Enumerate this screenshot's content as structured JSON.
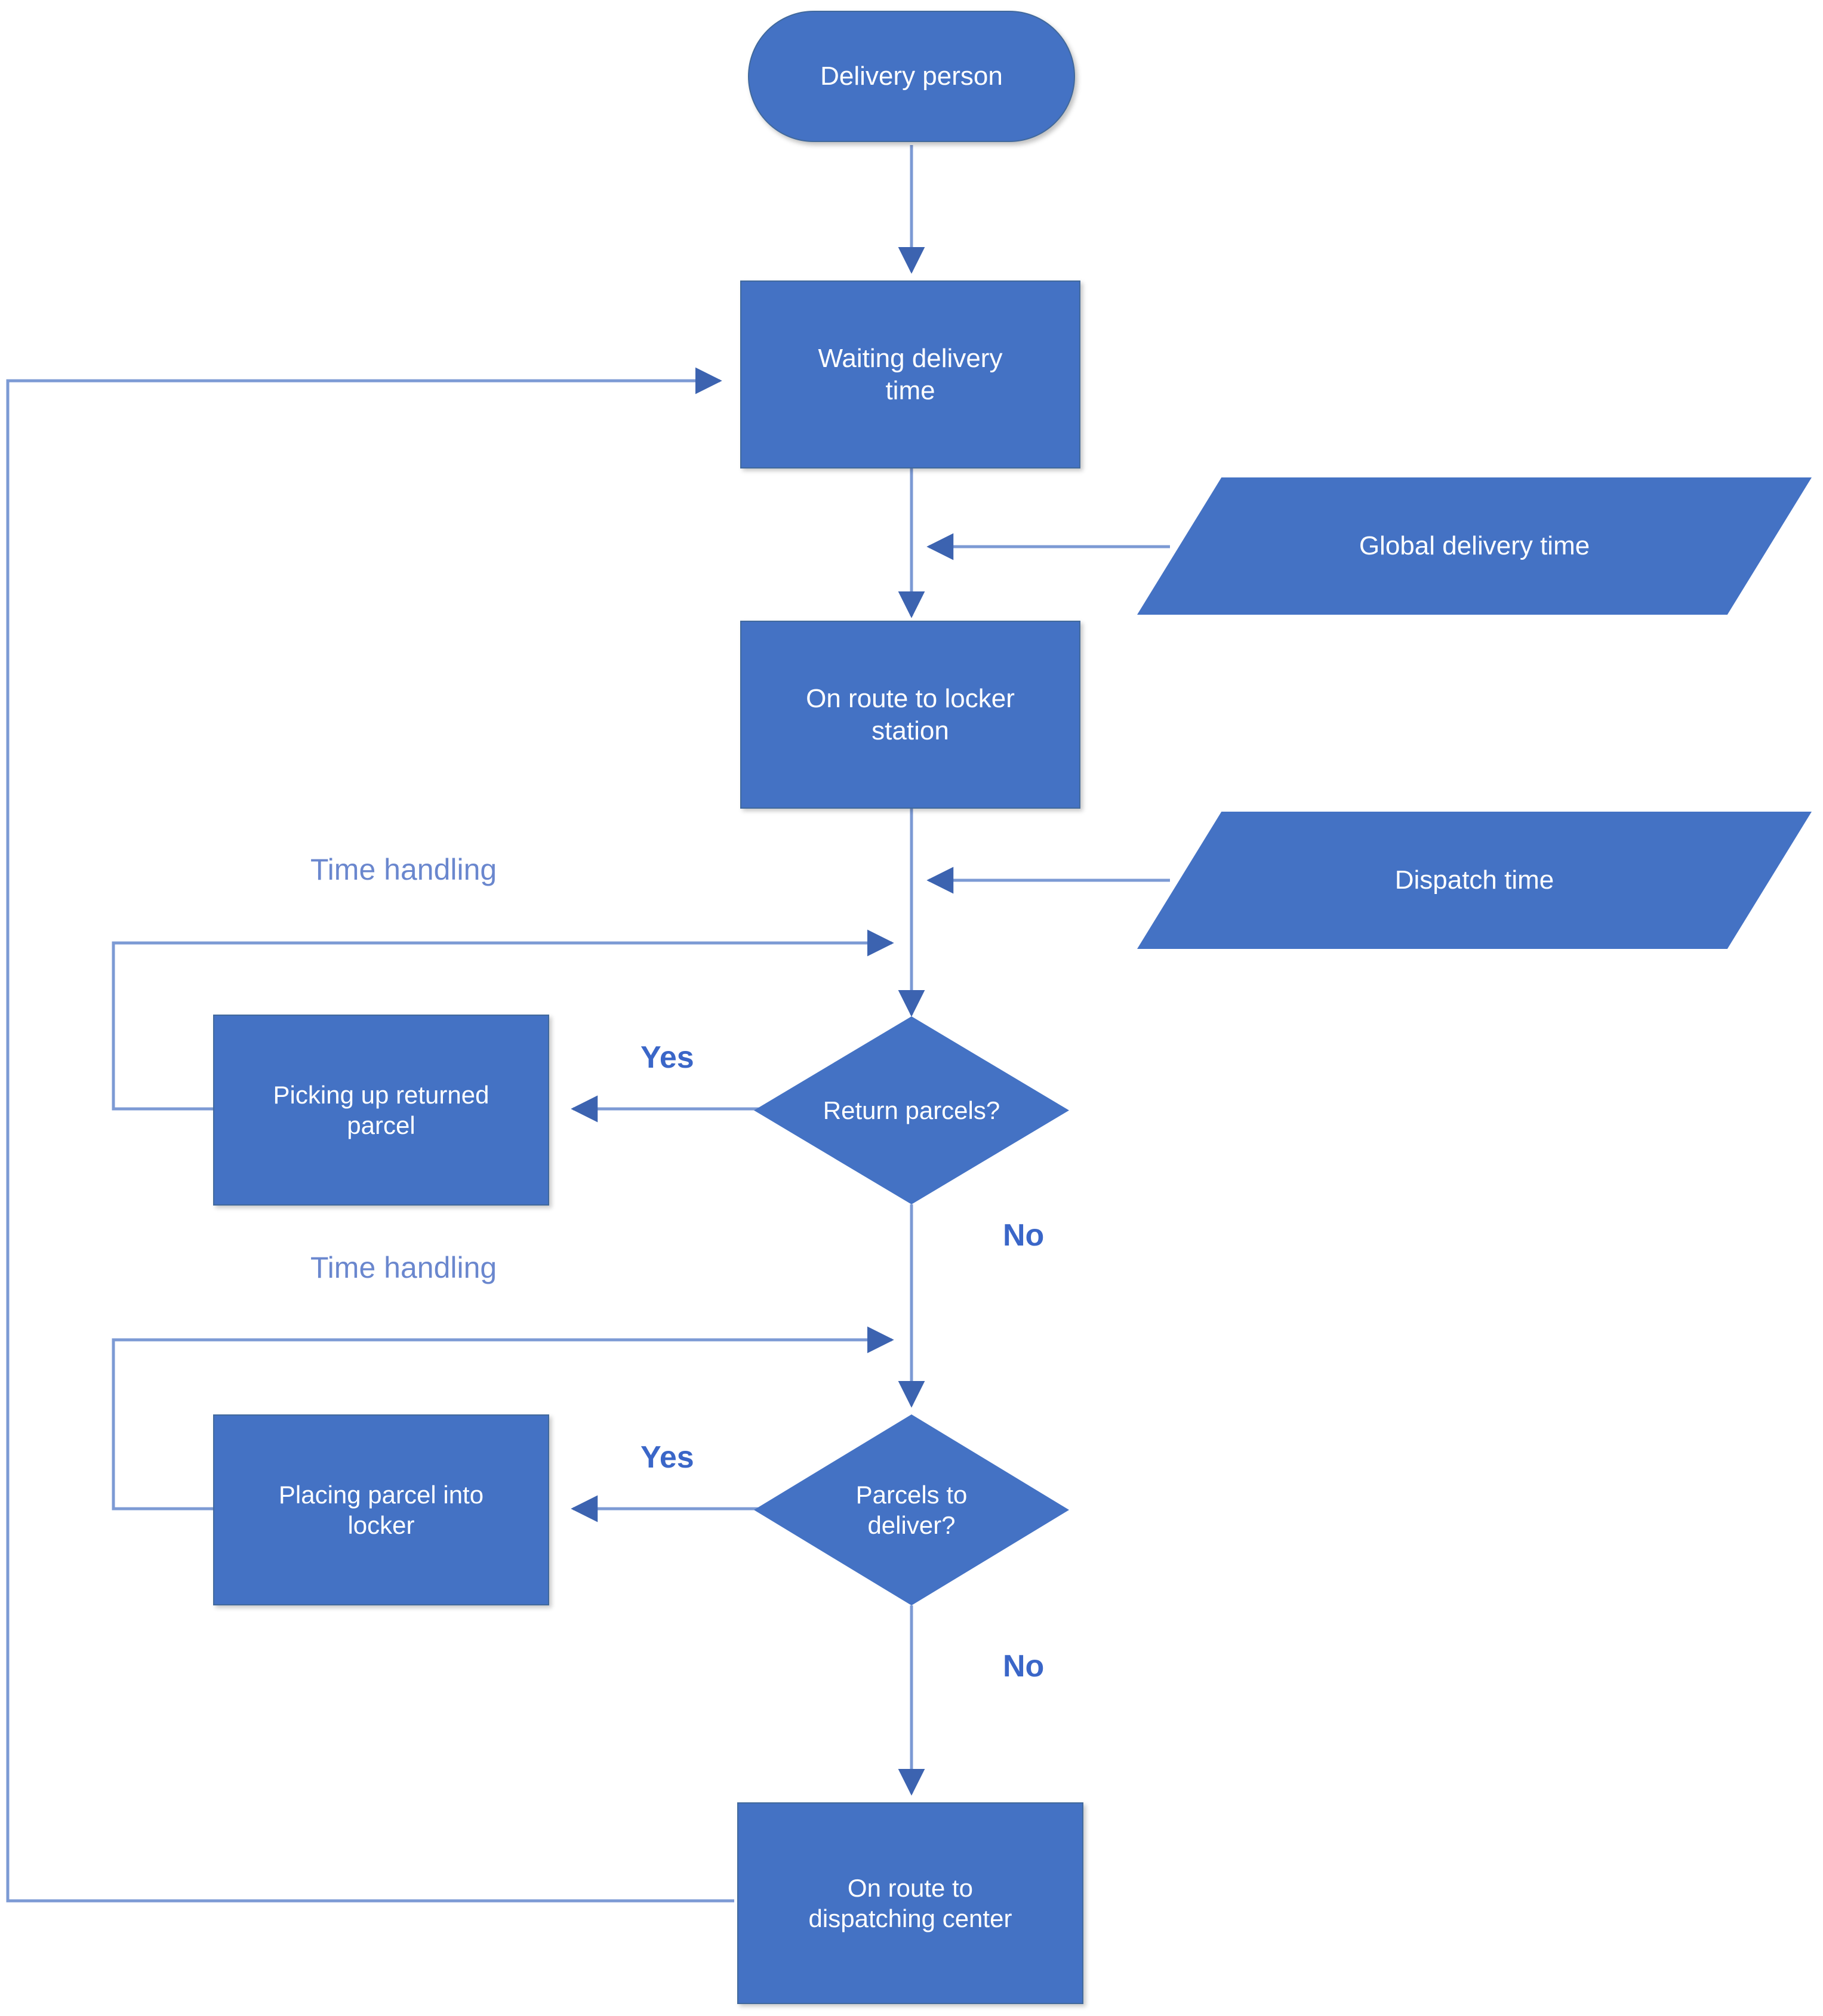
{
  "diagram": {
    "title": "Delivery person locker-station process flow",
    "colors": {
      "shape_fill": "#4472C4",
      "shape_border": "#41699C",
      "shape_text": "#FFFFFF",
      "edge_line": "#5B7FC7",
      "edge_label_strong": "#3A66C8",
      "edge_label_soft": "#6A87CE",
      "background": "#FFFFFF"
    },
    "nodes": [
      {
        "id": "start",
        "shape": "terminator",
        "label": "Delivery person"
      },
      {
        "id": "waiting",
        "shape": "process",
        "label": "Waiting delivery\ntime"
      },
      {
        "id": "global_time",
        "shape": "data",
        "label": "Global delivery time"
      },
      {
        "id": "on_route_locker",
        "shape": "process",
        "label": "On route to locker\nstation"
      },
      {
        "id": "dispatch_time",
        "shape": "data",
        "label": "Dispatch time"
      },
      {
        "id": "return_parcels",
        "shape": "decision",
        "label": "Return parcels?"
      },
      {
        "id": "picking_up",
        "shape": "process",
        "label": "Picking up returned\nparcel"
      },
      {
        "id": "parcels_deliver",
        "shape": "decision",
        "label": "Parcels to\ndeliver?"
      },
      {
        "id": "placing_parcel",
        "shape": "process",
        "label": "Placing parcel into\nlocker"
      },
      {
        "id": "on_route_center",
        "shape": "process",
        "label": "On route to\ndispatching center"
      }
    ],
    "edge_labels": [
      {
        "id": "yes_return",
        "text": "Yes",
        "style": "strong"
      },
      {
        "id": "no_return",
        "text": "No",
        "style": "strong"
      },
      {
        "id": "yes_deliver",
        "text": "Yes",
        "style": "strong"
      },
      {
        "id": "no_deliver",
        "text": "No",
        "style": "strong"
      },
      {
        "id": "time_handling_1",
        "text": "Time handling",
        "style": "soft"
      },
      {
        "id": "time_handling_2",
        "text": "Time handling",
        "style": "soft"
      }
    ],
    "edges": [
      {
        "from": "start",
        "to": "waiting",
        "label": ""
      },
      {
        "from": "global_time",
        "to": "waiting_to_route",
        "label": ""
      },
      {
        "from": "waiting",
        "to": "on_route_locker",
        "label": ""
      },
      {
        "from": "dispatch_time",
        "to": "route_to_return",
        "label": ""
      },
      {
        "from": "on_route_locker",
        "to": "return_parcels",
        "label": ""
      },
      {
        "from": "return_parcels",
        "to": "picking_up",
        "label": "Yes"
      },
      {
        "from": "picking_up",
        "to": "return_parcels",
        "label": "Time handling"
      },
      {
        "from": "return_parcels",
        "to": "parcels_deliver",
        "label": "No"
      },
      {
        "from": "parcels_deliver",
        "to": "placing_parcel",
        "label": "Yes"
      },
      {
        "from": "placing_parcel",
        "to": "parcels_deliver",
        "label": "Time handling"
      },
      {
        "from": "parcels_deliver",
        "to": "on_route_center",
        "label": "No"
      },
      {
        "from": "on_route_center",
        "to": "waiting",
        "label": ""
      }
    ]
  }
}
